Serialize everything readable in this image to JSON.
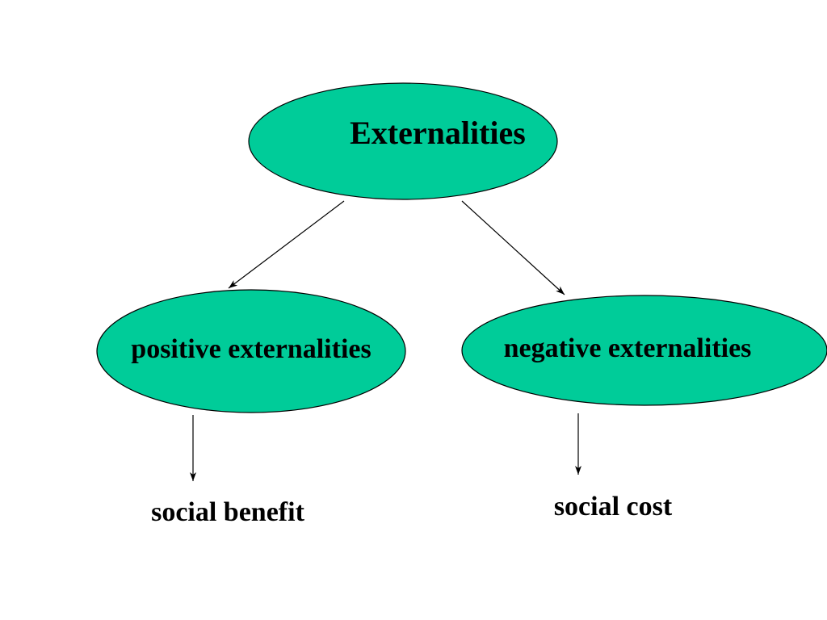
{
  "diagram": {
    "fill_color": "#00cc99",
    "root": {
      "label": "Externalities"
    },
    "positive": {
      "label": "positive externalities"
    },
    "negative": {
      "label": "negative externalities"
    },
    "benefit": {
      "label": "social benefit"
    },
    "cost": {
      "label": "social cost"
    }
  }
}
